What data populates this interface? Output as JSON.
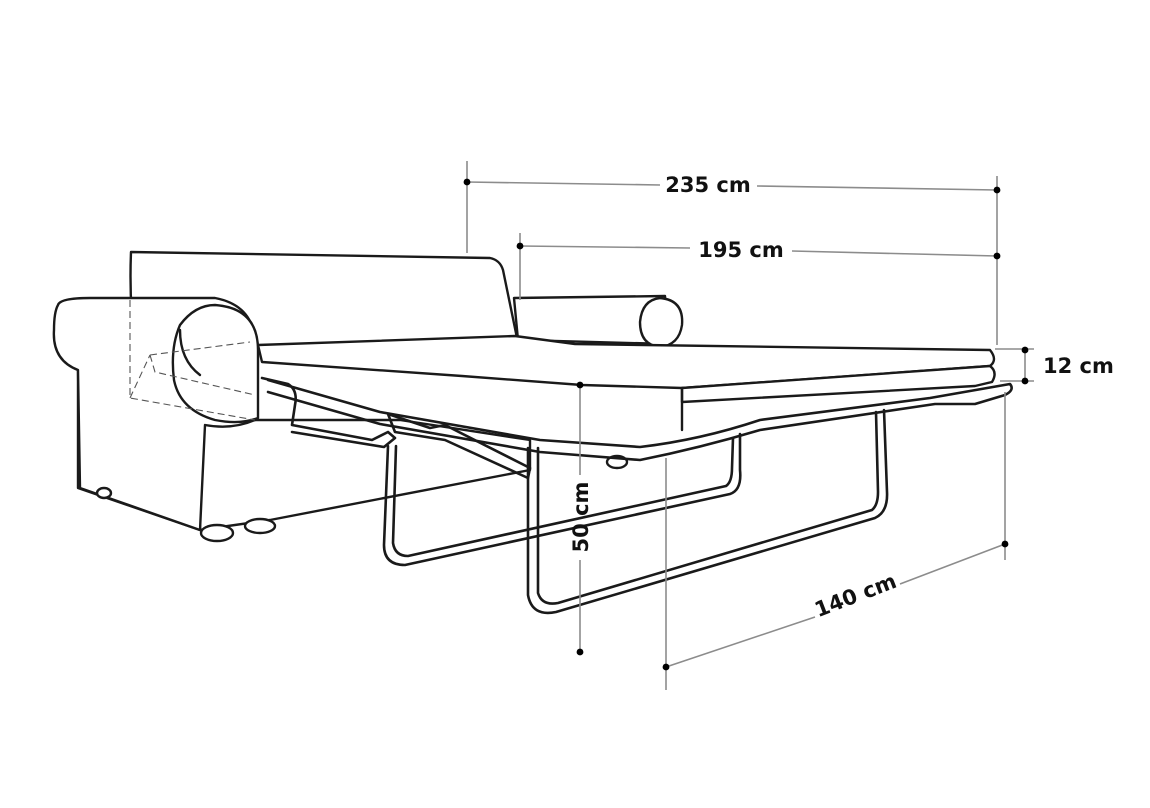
{
  "dimensions": {
    "overall_width": "235 cm",
    "sleeping_length": "195 cm",
    "mattress_thickness": "12 cm",
    "seat_height": "50 cm",
    "bed_width": "140 cm"
  },
  "colors": {
    "outline": "#1a1a1a",
    "dimension_line": "#8c8c8c",
    "background": "#ffffff"
  }
}
